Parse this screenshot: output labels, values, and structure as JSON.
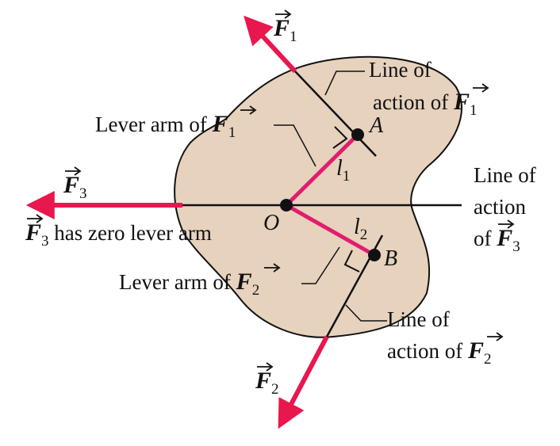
{
  "colors": {
    "body_fill": "#e6d2bd",
    "force_arrow": "#e8174d",
    "lever_arm": "#e01d6e",
    "line": "#111111"
  },
  "vector_symbol": "F",
  "subscripts": {
    "one": "1",
    "two": "2",
    "three": "3"
  },
  "labels": {
    "line_of_action_f1_line1": "Line of",
    "line_of_action_f1_line2": "action of",
    "lever_arm_f1": "Lever arm of",
    "line_of_action_f3_line1": "Line of",
    "line_of_action_f3_line2": "action",
    "line_of_action_f3_line3": "of",
    "f3_zero_lever": "has zero lever arm",
    "lever_arm_f2": "Lever arm of",
    "line_of_action_f2_line1": "Line of",
    "line_of_action_f2_line2": "action of",
    "point_a": "A",
    "point_b": "B",
    "point_o": "O",
    "l1_letter": "l",
    "l2_letter": "l"
  }
}
